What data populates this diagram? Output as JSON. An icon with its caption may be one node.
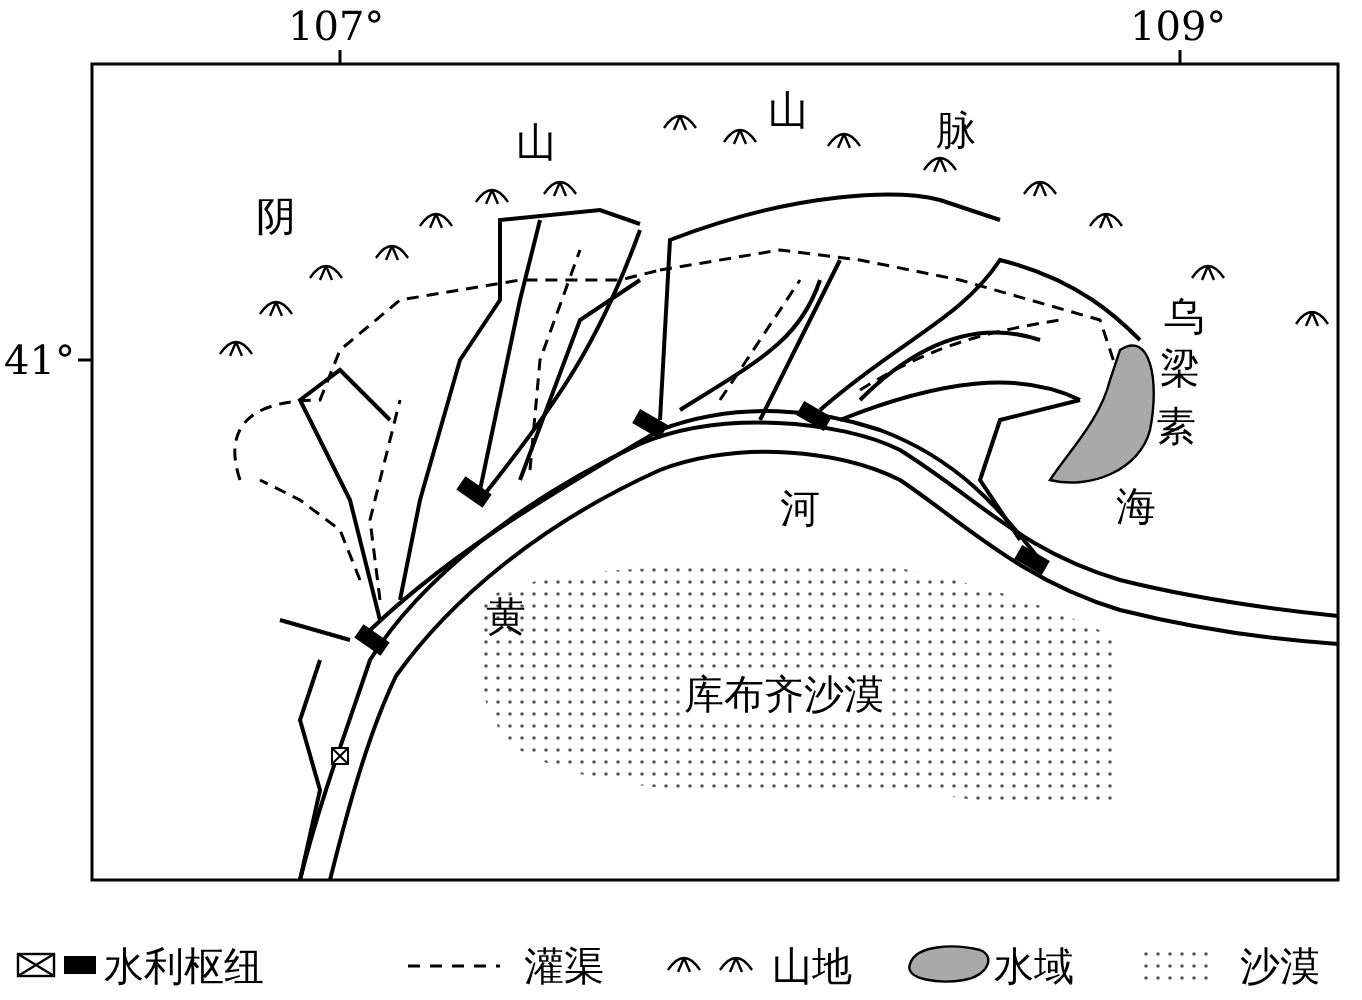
{
  "diagram": {
    "labels": [
      "107°",
      "109°",
      "41°",
      "阴",
      "山",
      "山",
      "脉",
      "乌",
      "梁",
      "素",
      "海",
      "河",
      "黄",
      "库布齐沙漠"
    ],
    "legend": [
      {
        "text": "水利枢纽"
      },
      {
        "text": "灌渠"
      },
      {
        "text": "山地"
      },
      {
        "text": "水域",
        "color": "#a9a9a9"
      },
      {
        "text": "沙漠"
      }
    ]
  }
}
